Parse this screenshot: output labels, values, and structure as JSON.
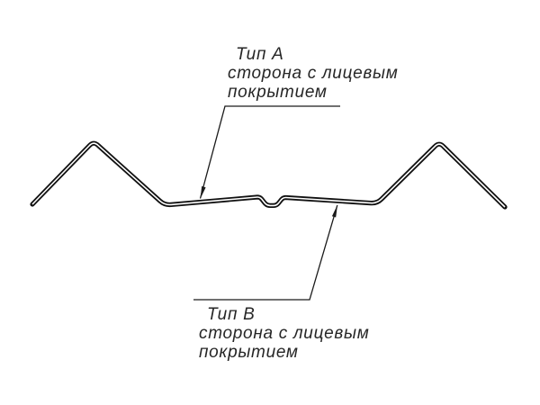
{
  "labels": {
    "a": {
      "title": "Тип А",
      "line2": "сторона с лицевым",
      "line3": "покрытием"
    },
    "b": {
      "title": "Тип В",
      "line2": "сторона с лицевым",
      "line3": "покрытием"
    }
  },
  "colors": {
    "line": "#111111",
    "background": "#ffffff",
    "text": "#262626"
  }
}
